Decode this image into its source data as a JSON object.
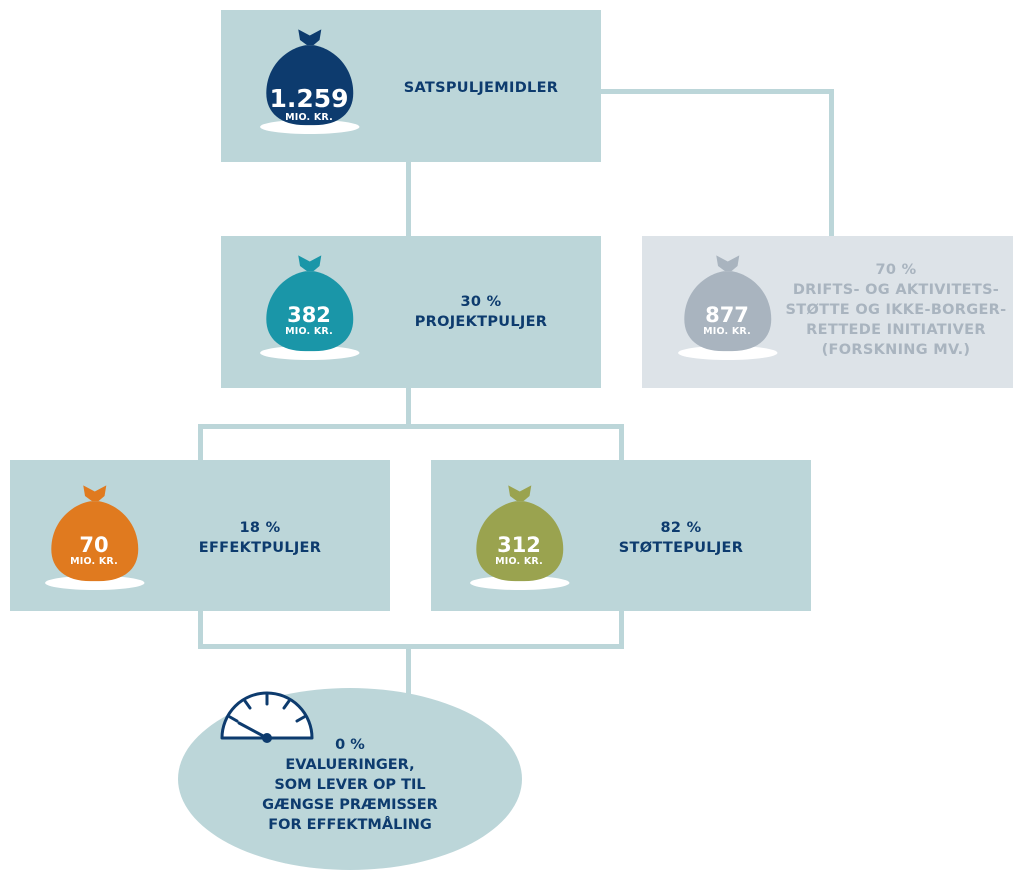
{
  "colors": {
    "box": "#bcd6d9",
    "box_grey": "#dde3e8",
    "text": "#0d3b6e",
    "text_grey": "#a9b4bf",
    "bag_total": "#0d3b6e",
    "bag_projekt": "#1a96a8",
    "bag_drift": "#a9b4bf",
    "bag_effekt": "#e07a1f",
    "bag_stotte": "#9aa34f"
  },
  "nodes": {
    "satspulje": {
      "amount": "1.259",
      "unit": "MIO. KR.",
      "title": "SATSPULJEMIDLER"
    },
    "projekt": {
      "amount": "382",
      "unit": "MIO. KR.",
      "percent": "30 %",
      "title": "PROJEKTPULJER"
    },
    "drift": {
      "amount": "877",
      "unit": "MIO. KR.",
      "percent": "70 %",
      "title_lines": [
        "DRIFTS- OG AKTIVITETS-",
        "STØTTE OG IKKE-BORGER-",
        "RETTEDE INITIATIVER",
        "(FORSKNING MV.)"
      ]
    },
    "effekt": {
      "amount": "70",
      "unit": "MIO. KR.",
      "percent": "18 %",
      "title": "EFFEKTPULJER"
    },
    "stotte": {
      "amount": "312",
      "unit": "MIO. KR.",
      "percent": "82 %",
      "title": "STØTTEPULJER"
    },
    "evaluering": {
      "percent": "0 %",
      "title_lines": [
        "EVALUERINGER,",
        "SOM LEVER OP TIL",
        "GÆNGSE PRÆMISSER",
        "FOR EFFEKTMÅLING"
      ]
    }
  },
  "icons": {
    "bag": "money-bag-icon",
    "gauge": "speedometer-icon"
  }
}
